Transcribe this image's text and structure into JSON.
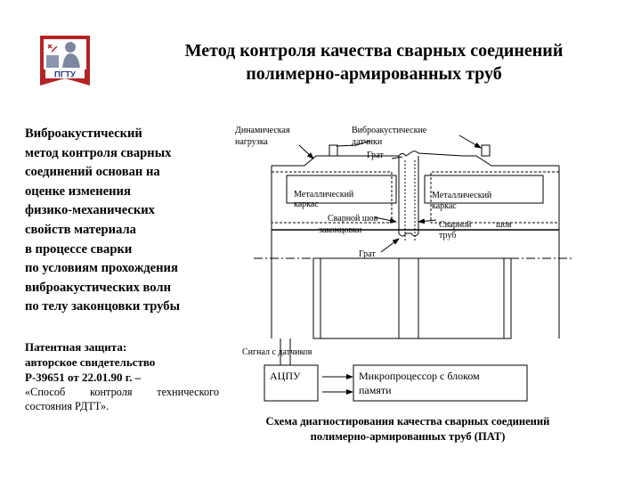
{
  "logo": {
    "text": "ПГТУ"
  },
  "title": {
    "line1": "Метод контроля качества сварных соединений",
    "line2": "полимерно-армированных труб"
  },
  "description": [
    "Виброакустический",
    "метод контроля сварных",
    "соединений основан на",
    "оценке изменения",
    "физико-механических",
    "свойств материала",
    "в процессе сварки",
    "по условиям прохождения",
    "виброакустических волн",
    "по телу законцовки трубы"
  ],
  "patent": {
    "heading": "Патентная защита:",
    "line1": "авторское свидетельство",
    "line2": "Р-39651 от 22.01.90 г. –",
    "line3": "«Способ контроля технического",
    "line4": "состояния РДТТ»."
  },
  "diagram": {
    "dynamic_load": [
      "Динамическая",
      "нагрузка"
    ],
    "sensors": [
      "Виброакустические",
      "датчики"
    ],
    "grat_top": "Грат",
    "frame_left": [
      "Металлический",
      "каркас"
    ],
    "frame_right": [
      "Металлический",
      "каркас"
    ],
    "weld_left": [
      "Сварной шов",
      "законцовки"
    ],
    "weld_right_a": "Сварной",
    "weld_right_b": "шов",
    "weld_right_c": "труб",
    "grat_mid": "Грат",
    "signal": "Сигнал с датчиков",
    "adc": "АЦПУ",
    "micro": [
      "Микропроцессор с блоком",
      "памяти"
    ]
  },
  "caption": {
    "line1": "Схема диагностирования качества сварных соединений",
    "line2": "полимерно-армированных труб (ПАТ)"
  }
}
